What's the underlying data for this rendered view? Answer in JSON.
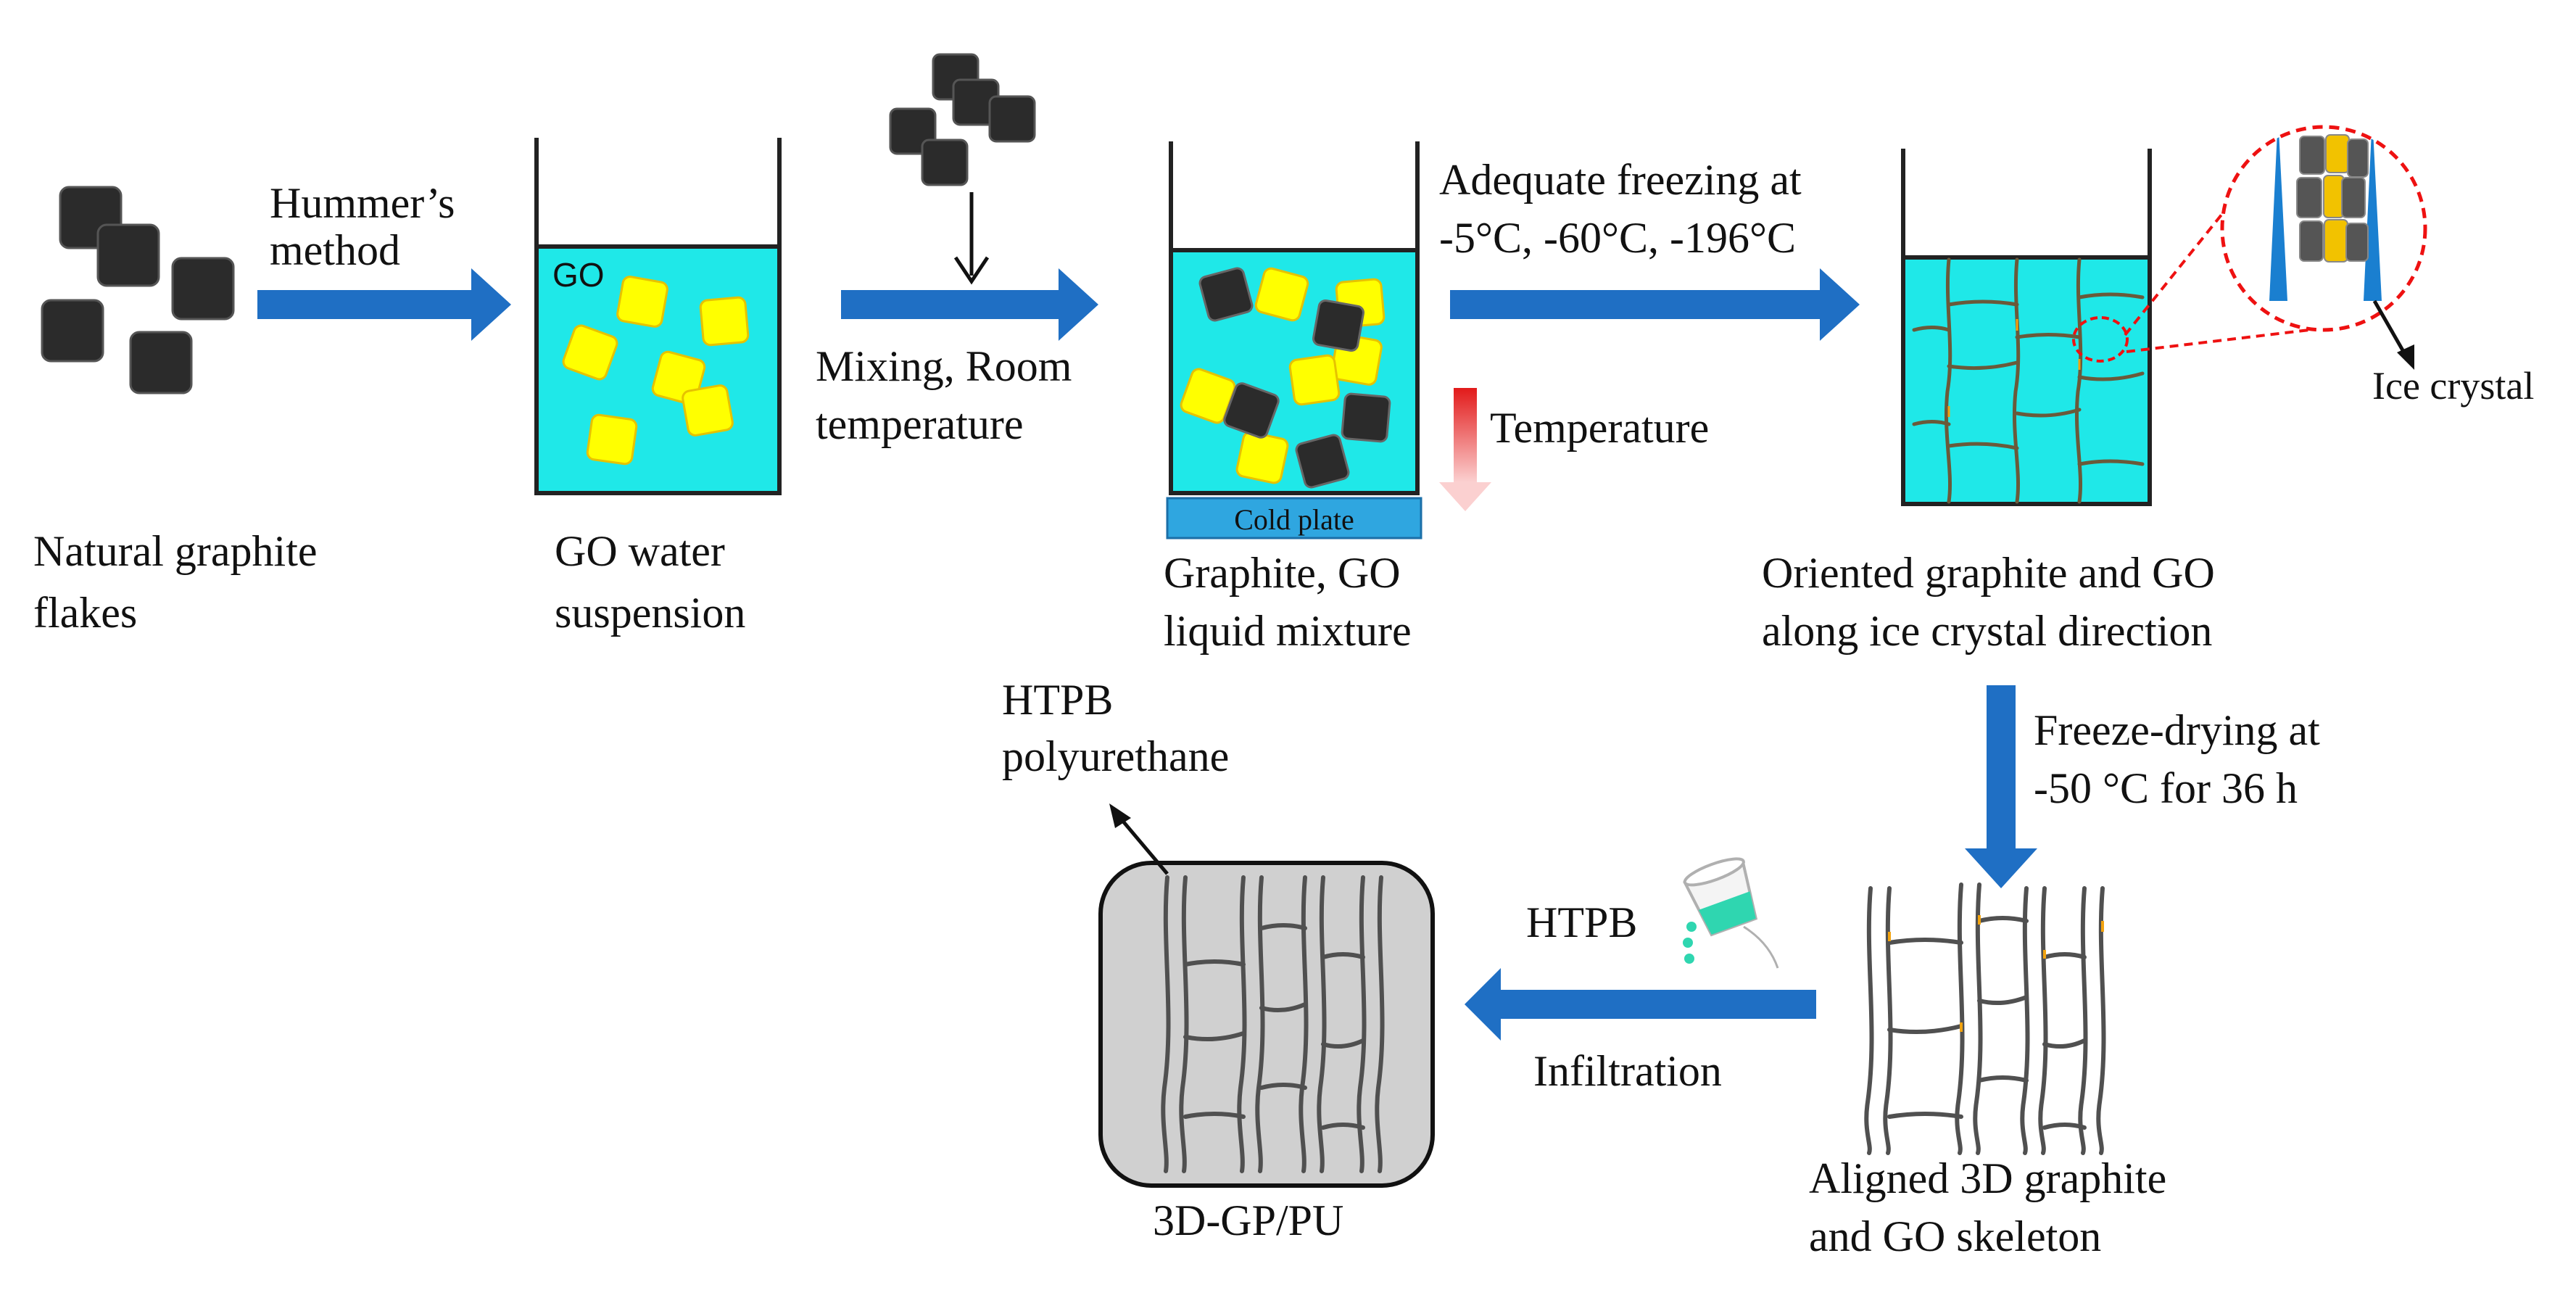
{
  "labels": {
    "natural_graphite_1": "Natural graphite",
    "natural_graphite_2": "flakes",
    "hummers_1": "Hummer’s",
    "hummers_2": "method",
    "go_tag": "GO",
    "go_water_1": "GO water",
    "go_water_2": "suspension",
    "mixing_1": "Mixing, Room",
    "mixing_2": "temperature",
    "cold_plate": "Cold plate",
    "graphite_go_1": "Graphite, GO",
    "graphite_go_2": "liquid mixture",
    "freezing_1": "Adequate freezing at",
    "freezing_2": "-5°C, -60°C, -196°C",
    "temperature": "Temperature",
    "oriented_1": "Oriented graphite and GO",
    "oriented_2": "along ice crystal direction",
    "ice_crystal": "Ice crystal",
    "freeze_drying_1": "Freeze-drying at",
    "freeze_drying_2": "-50 °C for 36 h",
    "aligned_1": "Aligned 3D graphite",
    "aligned_2": "and GO skeleton",
    "htpb_pour": "HTPB",
    "infiltration": "Infiltration",
    "htpb_pu_1": "HTPB",
    "htpb_pu_2": "polyurethane",
    "product": "3D-GP/PU"
  },
  "colors": {
    "arrow_blue": "#1f6fc4",
    "water_cyan": "#1fe8e8",
    "go_yellow": "#ffff00",
    "graphite_black": "#2b2b2b",
    "cold_plate_blue": "#2fa6e0",
    "ice_blue": "#1a7fd0",
    "zoom_red": "#ee1111",
    "composite_gray": "#d0d0d0",
    "orange_accent": "#f2a30f"
  }
}
